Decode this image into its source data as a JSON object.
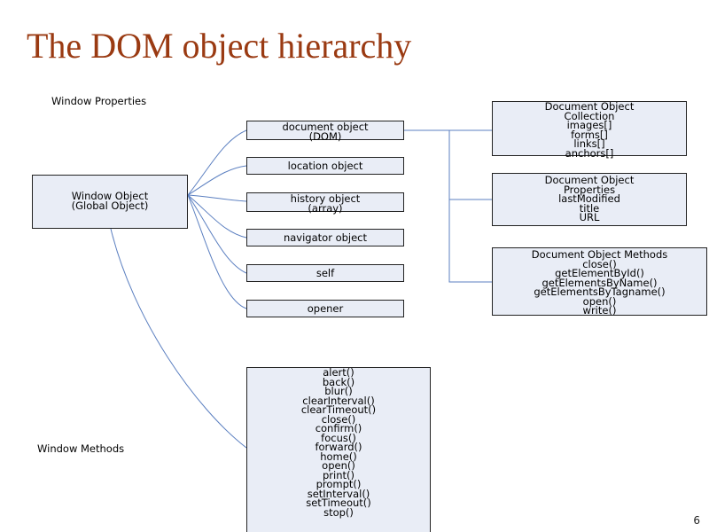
{
  "title": "The DOM object hierarchy",
  "labels": {
    "window_properties": "Window Properties",
    "window_methods": "Window Methods"
  },
  "window_object": [
    "Window Object",
    "(Global Object)"
  ],
  "properties": [
    [
      "document object",
      "(DOM)"
    ],
    [
      "location object"
    ],
    [
      "history object",
      "(array)"
    ],
    [
      "navigator object"
    ],
    [
      "self"
    ],
    [
      "opener"
    ]
  ],
  "document_collection": [
    "Document Object",
    "Collection",
    "images[]",
    "forms[]",
    "links[]",
    "anchors[]"
  ],
  "document_properties": [
    "Document Object",
    "Properties",
    "lastModified",
    "title",
    "URL"
  ],
  "document_methods": [
    "Document Object Methods",
    "close()",
    "getElementById()",
    "getElementsByName()",
    "getElementsByTagname()",
    "open()",
    "write()"
  ],
  "window_methods": [
    "alert()",
    "back()",
    "blur()",
    "clearInterval()",
    "clearTimeout()",
    "close()",
    "confirm()",
    "focus()",
    "forward()",
    "home()",
    "open()",
    "print()",
    "prompt()",
    "setInterval()",
    "setTimeout()",
    "stop()"
  ],
  "page_number": "6",
  "colors": {
    "title": "#9a3a12",
    "box_fill": "#e9edf6",
    "connector": "#5b7fc0"
  }
}
